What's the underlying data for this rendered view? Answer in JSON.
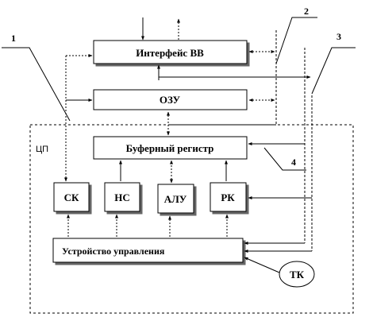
{
  "diagram": {
    "blocks": {
      "io_interface": "Интерфейс ВВ",
      "ram": "ОЗУ",
      "buffer_register": "Буферный регистр",
      "sk": "СК",
      "ns": "НС",
      "alu": "АЛУ",
      "rk": "РК",
      "control_unit": "Устройство управления",
      "tk": "ТК"
    },
    "cpu_region_label": "ЦП",
    "callouts": {
      "c1": "1",
      "c2": "2",
      "c3": "3",
      "c4": "4"
    }
  }
}
